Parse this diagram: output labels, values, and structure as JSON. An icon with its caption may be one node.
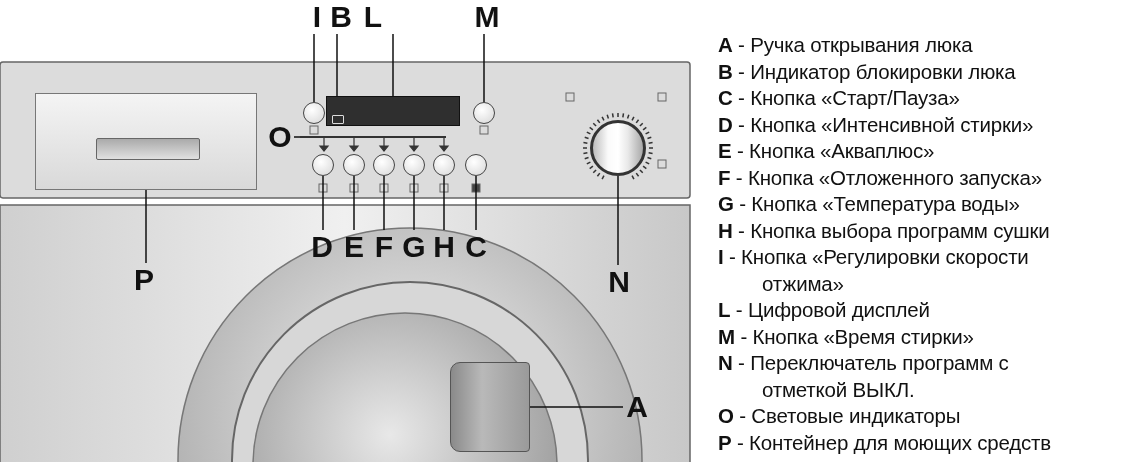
{
  "diagram": {
    "nodes": [
      {
        "text": [
          "I"
        ]
      },
      {
        "text": [
          "B"
        ]
      },
      {
        "text": [
          "L"
        ]
      },
      {
        "text": [
          "M"
        ]
      },
      {
        "text": [
          "O"
        ]
      },
      {
        "text": [
          "D"
        ]
      },
      {
        "text": [
          "E"
        ]
      },
      {
        "text": [
          "F"
        ]
      },
      {
        "text": [
          "G"
        ]
      },
      {
        "text": [
          "H"
        ]
      },
      {
        "text": [
          "C"
        ]
      },
      {
        "text": [
          "P"
        ]
      },
      {
        "text": [
          "N"
        ]
      },
      {
        "text": [
          "A"
        ]
      },
      {
        "text": [],
        "shape": "circle"
      },
      {
        "text": [],
        "shape": "box",
        "in": 16
      },
      {
        "text": [],
        "shape": "box"
      },
      {
        "text": [],
        "shape": "circle"
      },
      {
        "text": [],
        "shape": "bar"
      },
      {
        "text": [],
        "shape": "circle"
      },
      {
        "text": [],
        "shape": "circle"
      },
      {
        "text": [],
        "shape": "circle"
      },
      {
        "text": [],
        "shape": "circle"
      },
      {
        "text": [],
        "shape": "circle"
      },
      {
        "text": [],
        "shape": "circle"
      },
      {
        "text": [],
        "shape": "box"
      },
      {
        "text": [],
        "shape": "circle"
      },
      {
        "text": [],
        "shape": "box"
      }
    ],
    "edges": [
      {
        "from": 0,
        "to": 14,
        "arrow": "none"
      },
      {
        "from": 1,
        "to": 15,
        "arrow": "none"
      },
      {
        "from": 2,
        "to": 16,
        "arrow": "none"
      },
      {
        "from": 3,
        "to": 17,
        "arrow": "none"
      },
      {
        "from": 4,
        "to": 18,
        "arrow": "none"
      },
      {
        "from": 5,
        "to": 19,
        "arrow": "none"
      },
      {
        "from": 6,
        "to": 20,
        "arrow": "none"
      },
      {
        "from": 7,
        "to": 21,
        "arrow": "none"
      },
      {
        "from": 8,
        "to": 22,
        "arrow": "none"
      },
      {
        "from": 9,
        "to": 23,
        "arrow": "none"
      },
      {
        "from": 10,
        "to": 24,
        "arrow": "none"
      },
      {
        "from": 11,
        "to": 25,
        "arrow": "none"
      },
      {
        "from": 12,
        "to": 26,
        "arrow": "none"
      },
      {
        "from": 13,
        "to": 27,
        "arrow": "none"
      }
    ],
    "labels": [
      "**A** - Ручка открывания люка",
      "**B** - Индикатор блокировки люка",
      "**C** - Кнопка «Старт/Пауза»",
      "**D** - Кнопка «Интенсивной стирки»",
      "**E** - Кнопка «Акваплюс»",
      "**F** - Кнопка «Отложенного запуска»",
      "**G** - Кнопка «Температура воды»",
      "**H** - Кнопка выбора программ сушки",
      "**I** - Кнопка «Регулировки скорости отжима»",
      "**L** - Цифровой дисплей",
      "**M** - Кнопка «Время стирки»",
      "**N** - Переключатель программ с отметкой ВЫКЛ.",
      "**O** - Световые индикаторы",
      "**P** - Контейнер для моющих средств"
    ]
  }
}
